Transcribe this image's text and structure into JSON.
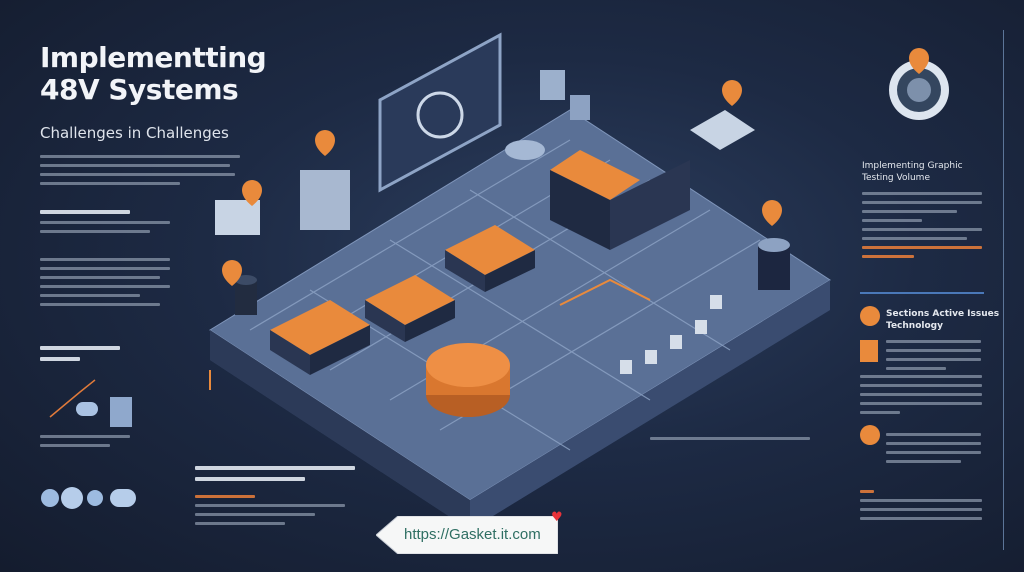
{
  "header": {
    "title_line1": "Implementting",
    "title_line2": "48V Systems",
    "subtitle": "Challenges in Challenges"
  },
  "right_panel": {
    "section1_title_line1": "Implementing Graphic",
    "section1_title_line2": "Testing Volume",
    "section2_title_line1": "Sections Active Issues",
    "section2_title_line2": "Technology"
  },
  "footer": {
    "url": "https://Gasket.it.com"
  },
  "colors": {
    "accent": "#e98a3c",
    "background": "#1d2a44",
    "platform": "#4c6184"
  }
}
